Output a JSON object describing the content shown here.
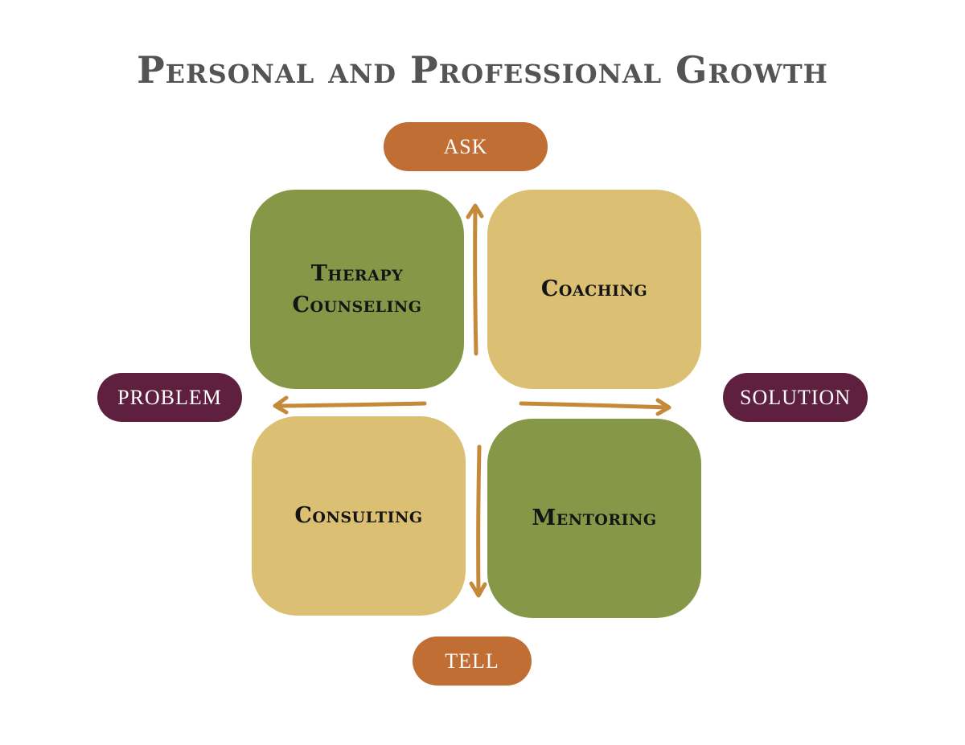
{
  "title": "Personal and Professional Growth",
  "axis_labels": {
    "top": "ASK",
    "bottom": "TELL",
    "left": "PROBLEM",
    "right": "SOLUTION"
  },
  "quadrants": {
    "top_left": {
      "lines": [
        "Therapy",
        "Counseling"
      ]
    },
    "top_right": {
      "lines": [
        "Coaching"
      ]
    },
    "bottom_left": {
      "lines": [
        "Consulting"
      ]
    },
    "bottom_right": {
      "lines": [
        "Mentoring"
      ]
    }
  },
  "colors": {
    "title": "#545454",
    "ask_tell_pill": "#c06e33",
    "problem_solution_pill": "#5f2040",
    "green_box": "#869747",
    "tan_box": "#dbbf73",
    "arrow": "#c48a3a"
  }
}
